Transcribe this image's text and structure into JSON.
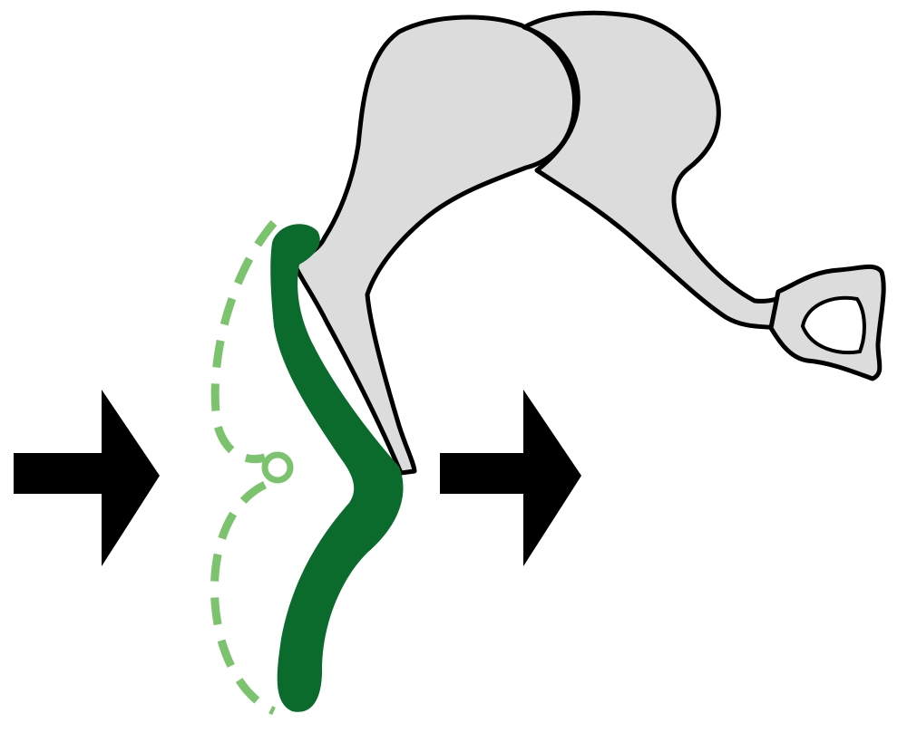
{
  "diagram": {
    "elements": [
      {
        "id": "incoming-arrow",
        "icon": "arrow-right-icon"
      },
      {
        "id": "membrane-displaced",
        "style": "dashed"
      },
      {
        "id": "membrane-rest",
        "style": "solid"
      },
      {
        "id": "pivot-point",
        "icon": "circle-icon"
      },
      {
        "id": "malleus"
      },
      {
        "id": "incus"
      },
      {
        "id": "stapes"
      },
      {
        "id": "outgoing-arrow",
        "icon": "arrow-right-icon"
      }
    ],
    "colors": {
      "arrow": "#000000",
      "membrane": "#0a6b2c",
      "membrane_displaced": "#7cc36e",
      "bone_fill": "#dcdcdc",
      "bone_outline": "#000000"
    }
  }
}
